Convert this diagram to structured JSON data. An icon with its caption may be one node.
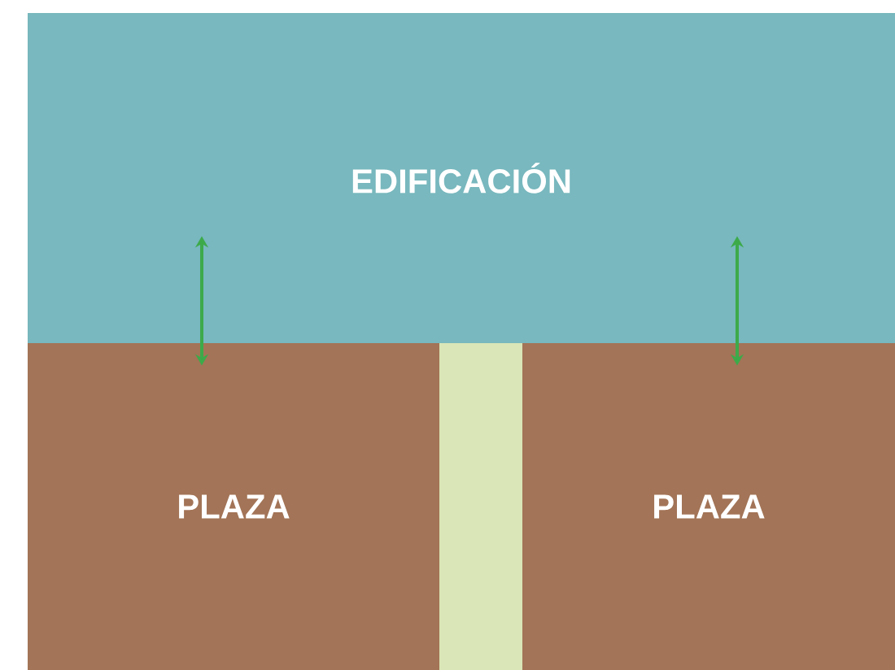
{
  "diagram": {
    "nodes": [
      {
        "text": [
          "EDIFICACIÓN"
        ]
      },
      {
        "text": [
          "PLAZA"
        ]
      },
      {
        "text": [
          "PLAZA"
        ]
      },
      {
        "text": [],
        "shape": "bar"
      }
    ],
    "edges": [
      {
        "from": 0,
        "to": 1,
        "arrow": "both"
      },
      {
        "from": 0,
        "to": 2,
        "arrow": "both"
      }
    ]
  }
}
